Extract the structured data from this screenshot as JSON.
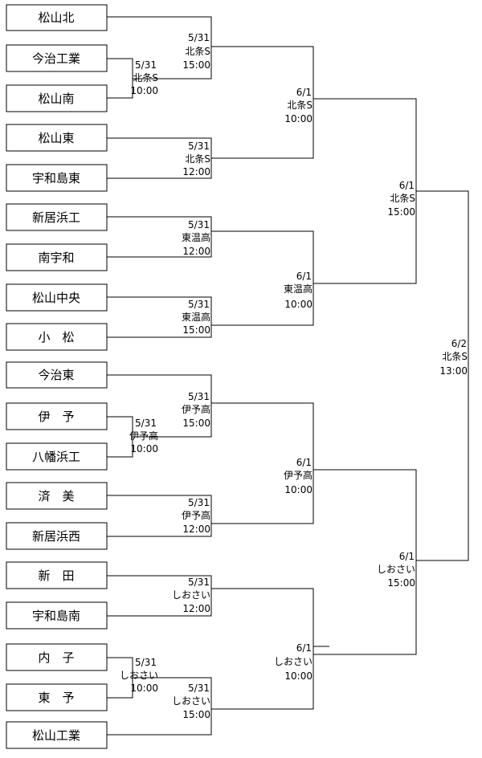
{
  "teams": [
    "松山北",
    "今治工業",
    "松山南",
    "松山東",
    "宇和島東",
    "新居浜工",
    "南宇和",
    "松山中央",
    "小　松",
    "今治東",
    "伊　予",
    "八幡浜工",
    "済　美",
    "新居浜西",
    "新　田",
    "宇和島南",
    "内　子",
    "東　予",
    "松山工業"
  ],
  "matches": {
    "r1_a": [
      "5/31",
      "北条S",
      "10:00"
    ],
    "r1_b": [
      "5/31",
      "伊予高",
      "10:00"
    ],
    "r1_c": [
      "5/31",
      "しおさい",
      "10:00"
    ],
    "r2_a": [
      "5/31",
      "北条S",
      "15:00"
    ],
    "r2_b": [
      "5/31",
      "北条S",
      "12:00"
    ],
    "r2_c": [
      "5/31",
      "東温高",
      "12:00"
    ],
    "r2_d": [
      "5/31",
      "東温高",
      "15:00"
    ],
    "r2_e": [
      "5/31",
      "伊予高",
      "15:00"
    ],
    "r2_f": [
      "5/31",
      "伊予高",
      "12:00"
    ],
    "r2_g": [
      "5/31",
      "しおさい",
      "12:00"
    ],
    "r2_h": [
      "5/31",
      "しおさい",
      "15:00"
    ],
    "qf_a": [
      "6/1",
      "北条S",
      "10:00"
    ],
    "qf_b": [
      "6/1",
      "東温高",
      "10:00"
    ],
    "qf_c": [
      "6/1",
      "伊予高",
      "10:00"
    ],
    "qf_d": [
      "6/1",
      "しおさい",
      "10:00"
    ],
    "sf_a": [
      "6/1",
      "北条S",
      "15:00"
    ],
    "sf_b": [
      "6/1",
      "しおさい",
      "15:00"
    ],
    "final": [
      "6/2",
      "北条S",
      "13:00"
    ]
  }
}
